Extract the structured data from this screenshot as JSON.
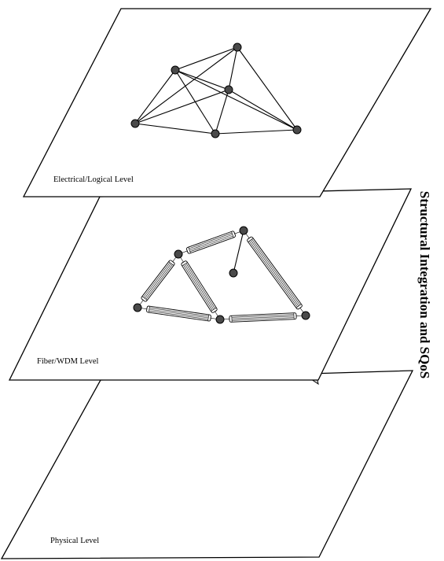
{
  "levels": {
    "electrical": "Electrical/Logical Level",
    "fiber": "Fiber/WDM Level",
    "physical": "Physical Level"
  },
  "side_title": "Structural Integration and SQoS"
}
